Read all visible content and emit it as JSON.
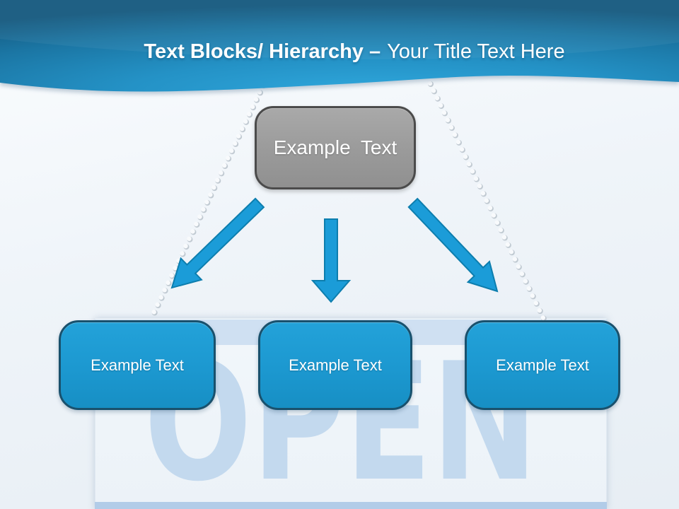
{
  "header": {
    "title_bold": "Text Blocks/ Hierarchy –",
    "title_regular": "Your Title Text Here"
  },
  "diagram": {
    "root": {
      "label": "Example Text"
    },
    "children": [
      {
        "label": "Example Text"
      },
      {
        "label": "Example Text"
      },
      {
        "label": "Example Text"
      }
    ]
  },
  "background": {
    "sign_text": "OPEN"
  },
  "colors": {
    "header_blue_dark": "#14587e",
    "header_blue_bright": "#2fa7dc",
    "arrow_blue": "#1b9cd8",
    "arrow_border": "#0d7eae",
    "root_box_gray": "#9a9a9a",
    "root_box_border": "#4b4b4b",
    "child_box_blue": "#1d9ad1",
    "child_box_border": "#19516d",
    "sign_band_blue": "#cfe0f2",
    "sign_word_blue": "#c3d9ee"
  }
}
